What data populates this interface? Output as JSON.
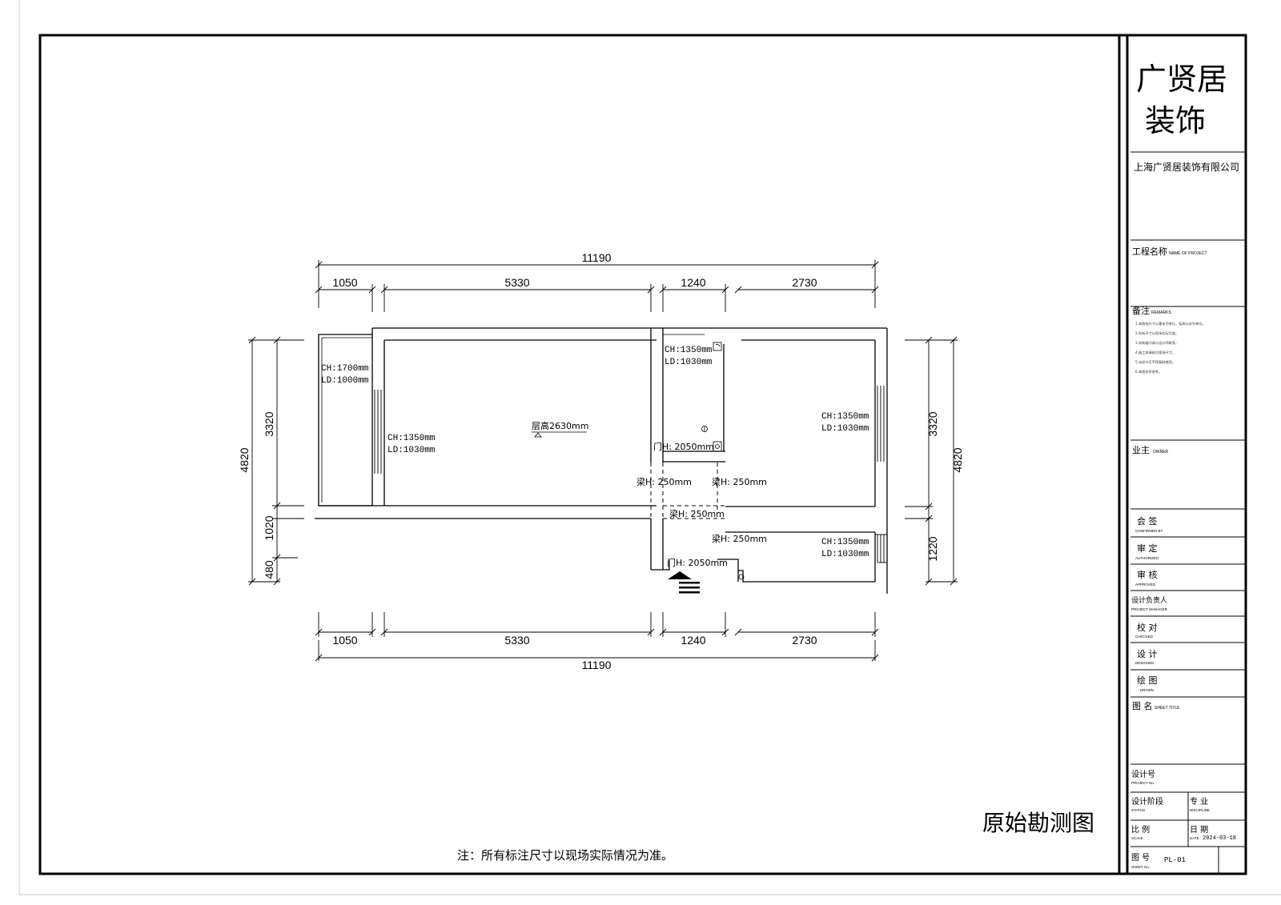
{
  "title_block": {
    "company_logo_line1": "广贤居",
    "company_logo_line2": "装饰",
    "company_name": "上海广贤居装饰有限公司",
    "project_name_label": "工程名称",
    "project_name_en": "NAME OF PROJECT",
    "remarks_label": "备注",
    "remarks_en": "REMARKS",
    "remarks_lines": [
      "1.本图纸尺寸以毫米为单位，标高以米为单位。",
      "2.所有尺寸以现场实际为准。",
      "3.如有疑问请与设计师联系。",
      "4.施工前请核对现场尺寸。",
      "5.未经许可不得复制使用。",
      "6.本图仅供参考。"
    ],
    "owner_label": "业主",
    "owner_en": "OWNER",
    "confirmed_label": "会 签",
    "confirmed_en": "CONFIRMED BY",
    "authorized_label": "审 定",
    "authorized_en": "AUTHORIZED",
    "approved_label": "审 核",
    "approved_en": "APPROVED",
    "pm_label": "设计负责人",
    "pm_en": "PROJECT MANAGER",
    "checked_label": "校 对",
    "checked_en": "CHECKED",
    "designed_label": "设 计",
    "designed_en": "DESIGNED",
    "drawn_label": "绘 图",
    "drawn_en": "DRAWN",
    "sheet_title_label": "图 名",
    "sheet_title_en": "SHEET TITLE",
    "project_no_label": "设计号",
    "project_no_en": "PROJECT No.",
    "status_label": "设计阶段",
    "status_en": "STATUS",
    "discipline_label": "专 业",
    "discipline_en": "DISCIPLINE",
    "scale_label": "比 例",
    "scale_en": "SCALE",
    "date_label": "日 期",
    "date_en": "DATE",
    "date_value": "2024-03-18",
    "sheet_no_label": "图 号",
    "sheet_no_en": "SHEET No.",
    "sheet_no_value": "PL-01"
  },
  "drawing": {
    "title": "原始勘测图",
    "note": "注：所有标注尺寸以现场实际情况为准。",
    "dims_top": [
      "1050",
      "5330",
      "1240",
      "2730"
    ],
    "dims_bottom": [
      "1050",
      "5330",
      "1240",
      "2730"
    ],
    "total_top": "11190",
    "total_bottom": "11190",
    "dims_left": [
      "3320",
      "1020",
      "480"
    ],
    "total_left": "4820",
    "dims_right": [
      "3320",
      "1220"
    ],
    "total_right": "4820",
    "ceiling_height": "层高2630mm",
    "windows": [
      {
        "ch": "CH:1700mm",
        "ld": "LD:1000mm"
      },
      {
        "ch": "CH:1350mm",
        "ld": "LD:1030mm"
      },
      {
        "ch": "CH:1350mm",
        "ld": "LD:1030mm"
      },
      {
        "ch": "CH:1350mm",
        "ld": "LD:1030mm"
      },
      {
        "ch": "CH:1350mm",
        "ld": "LD:1030mm"
      }
    ],
    "doors": [
      "门H: 2050mm",
      "门H: 2050mm"
    ],
    "beams": [
      "梁H: 250mm",
      "梁H: 250mm",
      "梁H: 250mm",
      "梁H: 250mm"
    ]
  }
}
